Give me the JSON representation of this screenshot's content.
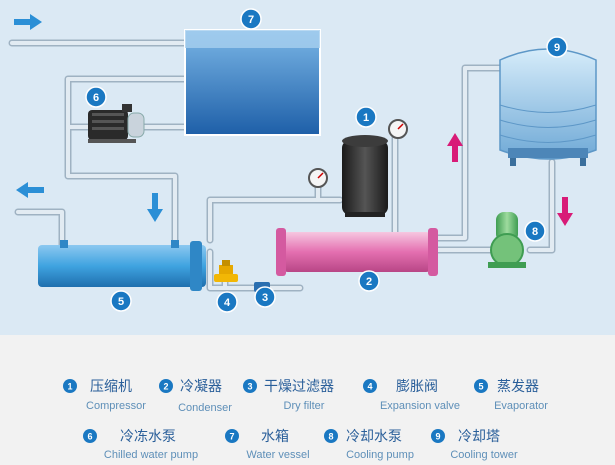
{
  "diagram": {
    "markers": [
      {
        "num": "1"
      },
      {
        "num": "2"
      },
      {
        "num": "3"
      },
      {
        "num": "4"
      },
      {
        "num": "5"
      },
      {
        "num": "6"
      },
      {
        "num": "7"
      },
      {
        "num": "8"
      },
      {
        "num": "9"
      }
    ],
    "colors": {
      "diagram_bg": "#dbe9f4",
      "legend_bg": "#f2f2f2",
      "badge": "#1a78c2",
      "pipe": "#c9d5df",
      "arrow_blue": "#2b8fd6",
      "arrow_pink": "#d81b77",
      "evaporator": "#e987bc",
      "condenser": "#3fa3e0",
      "water_tank": "#1e5fa8",
      "cooling_tower": "#8fc5ec",
      "pump_green": "#6fbf74",
      "compressor": "#2d2d2d"
    }
  },
  "legend": [
    {
      "num": "1",
      "zh": "压缩机",
      "en": "Compressor"
    },
    {
      "num": "2",
      "zh": "冷凝器",
      "en": "Condenser"
    },
    {
      "num": "3",
      "zh": "干燥过滤器",
      "en": "Dry filter"
    },
    {
      "num": "4",
      "zh": "膨胀阀",
      "en": "Expansion valve"
    },
    {
      "num": "5",
      "zh": "蒸发器",
      "en": "Evaporator"
    },
    {
      "num": "6",
      "zh": "冷冻水泵",
      "en": "Chilled water pump"
    },
    {
      "num": "7",
      "zh": "水箱",
      "en": "Water vessel"
    },
    {
      "num": "8",
      "zh": "冷却水泵",
      "en": "Cooling pump"
    },
    {
      "num": "9",
      "zh": "冷却塔",
      "en": "Cooling tower"
    }
  ]
}
